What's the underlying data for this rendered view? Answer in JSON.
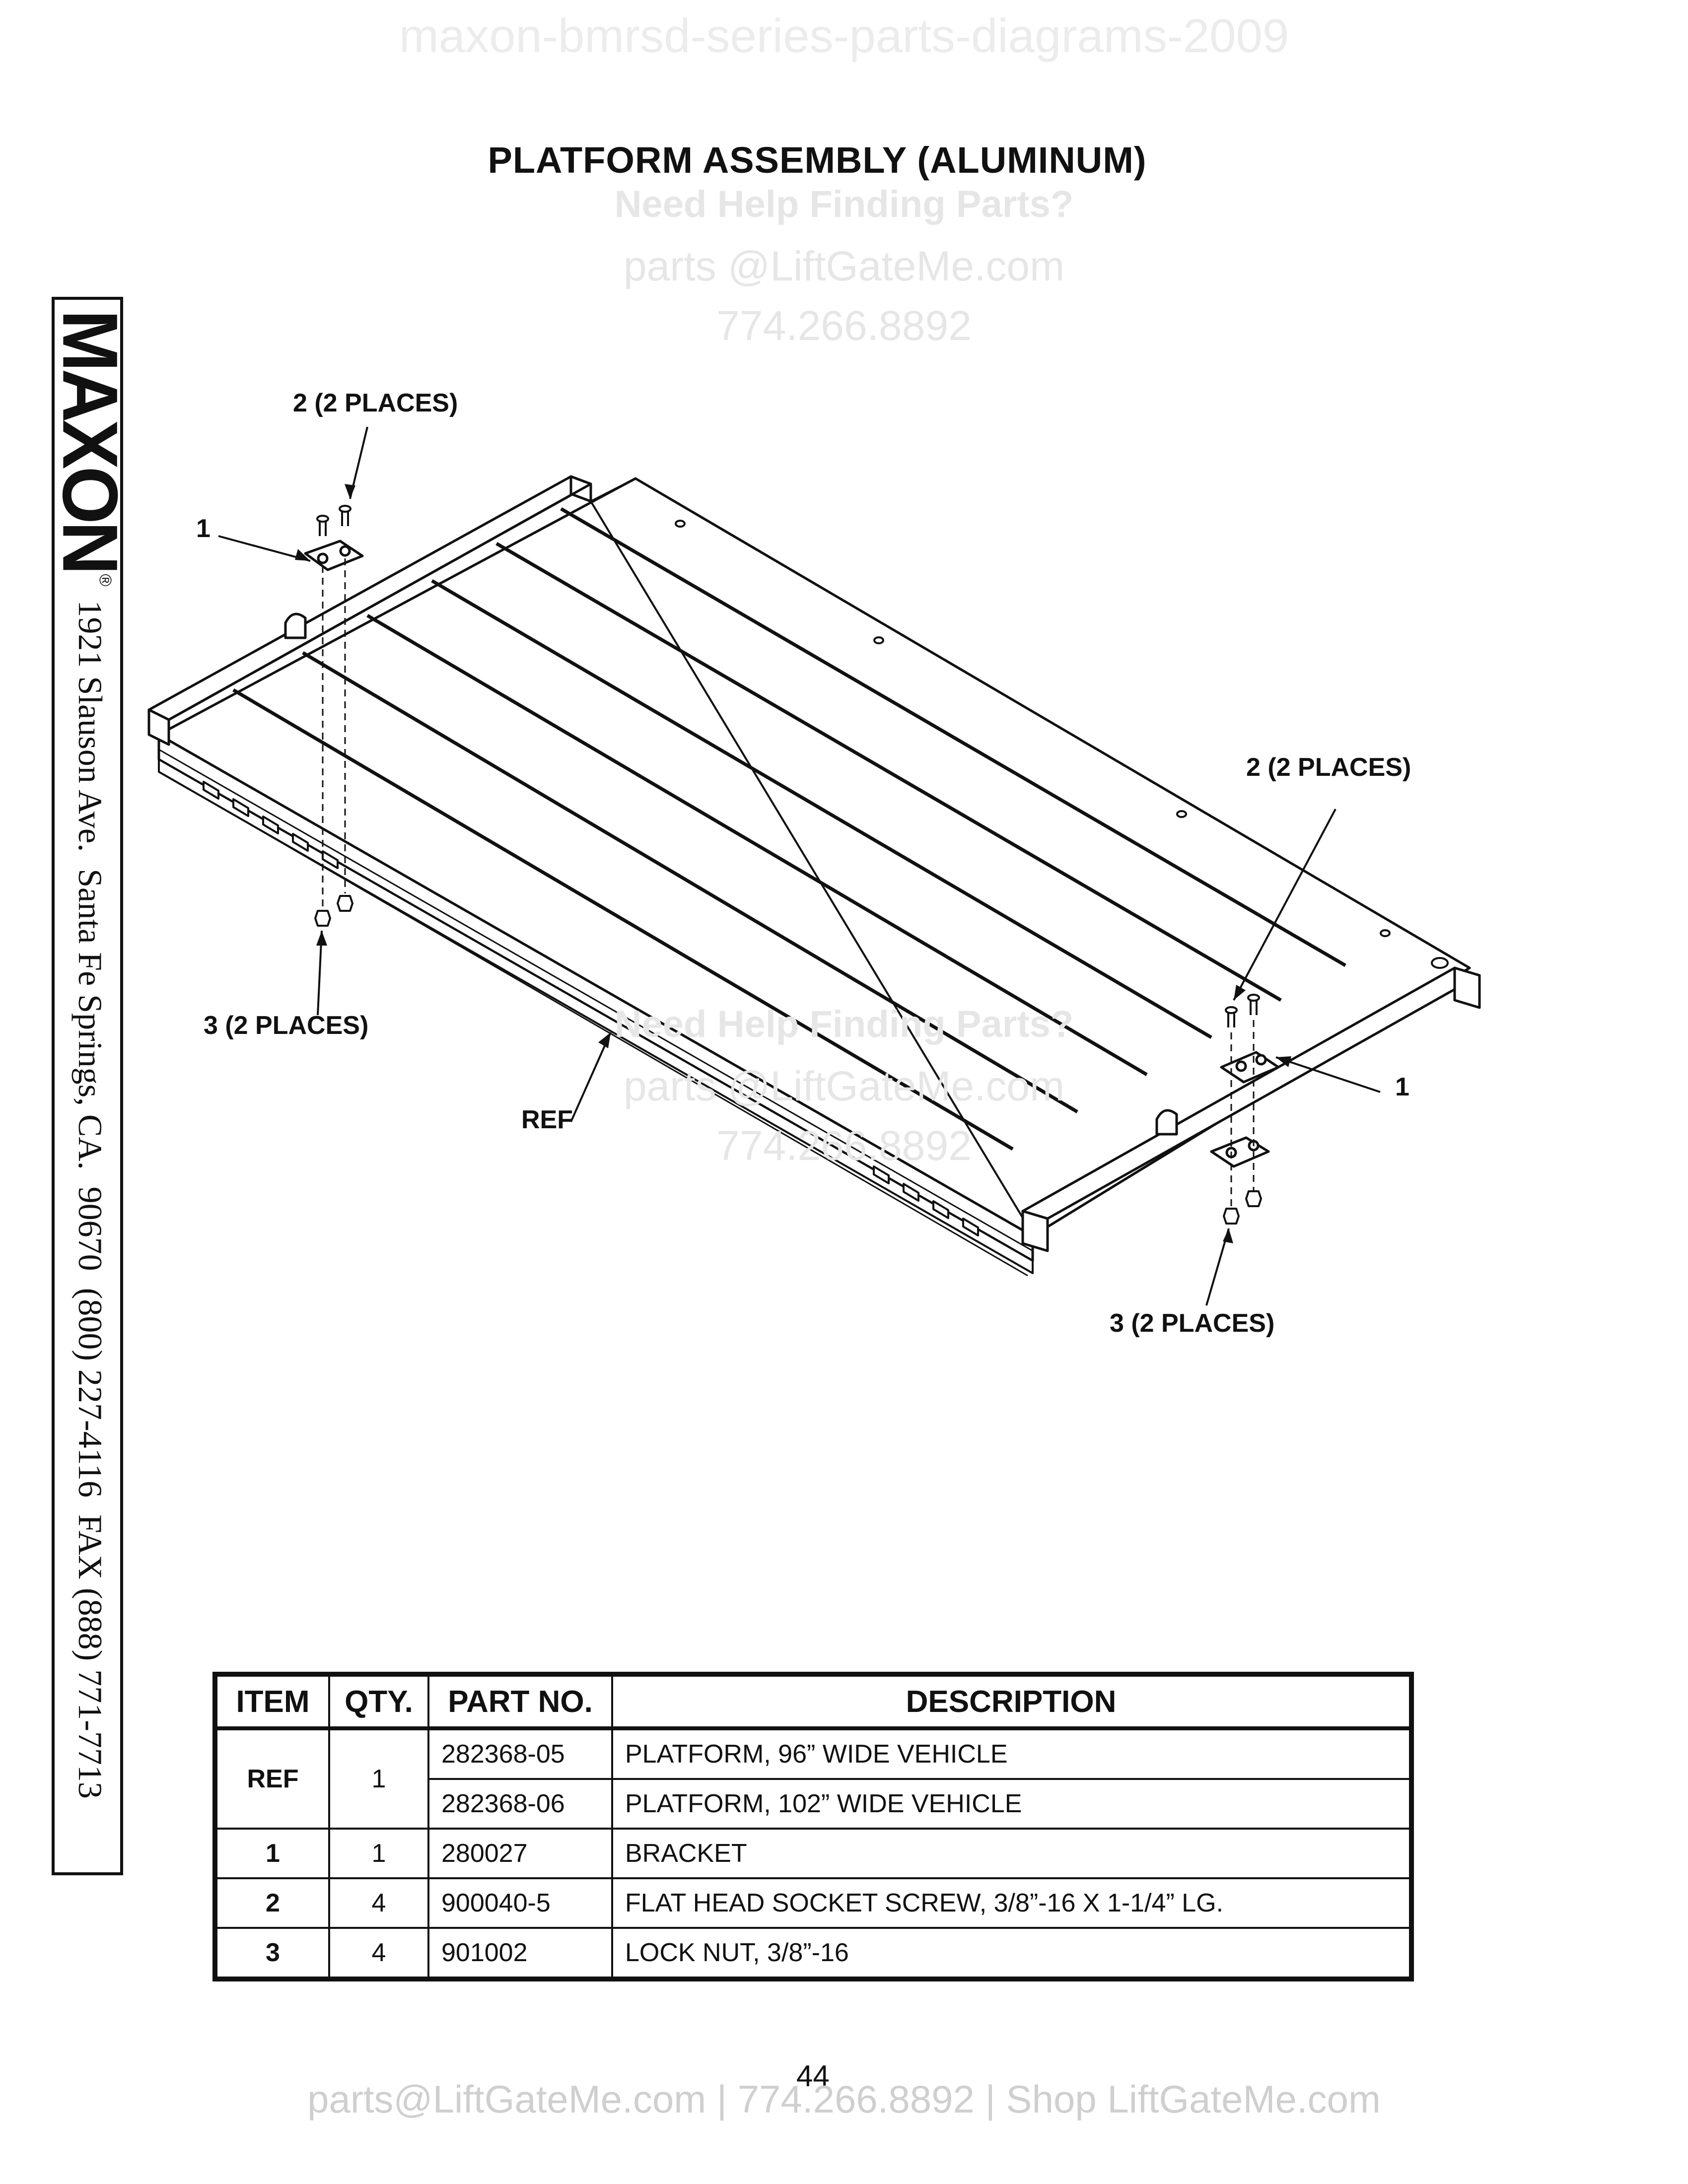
{
  "watermark": {
    "doc_title": "maxon-bmrsd-series-parts-diagrams-2009",
    "help": "Need Help Finding Parts?",
    "email": "parts @LiftGateMe.com",
    "phone": "774.266.8892"
  },
  "page_title": "PLATFORM ASSEMBLY (ALUMINUM)",
  "sidebar": {
    "logo": "MAXON",
    "reg_mark": "®",
    "address": "1921 Slauson Ave.  Santa Fe Springs, CA.  90670  (800) 227-4116  FAX (888) 771-7713"
  },
  "callouts": {
    "screw_top_left": "2 (2 PLACES)",
    "bracket_left": "1",
    "screw_right": "2 (2 PLACES)",
    "nut_left": "3 (2 PLACES)",
    "ref": "REF",
    "bracket_right": "1",
    "nut_right": "3 (2 PLACES)"
  },
  "table": {
    "headers": [
      "ITEM",
      "QTY.",
      "PART NO.",
      "DESCRIPTION"
    ],
    "rows": [
      {
        "item": "REF",
        "qty": "1",
        "part": "282368-05",
        "desc": "PLATFORM, 96” WIDE VEHICLE"
      },
      {
        "item": "",
        "qty": "",
        "part": "282368-06",
        "desc": "PLATFORM, 102” WIDE VEHICLE"
      },
      {
        "item": "1",
        "qty": "1",
        "part": "280027",
        "desc": "BRACKET"
      },
      {
        "item": "2",
        "qty": "4",
        "part": "900040-5",
        "desc": "FLAT HEAD SOCKET SCREW, 3/8”-16 X 1-1/4” LG."
      },
      {
        "item": "3",
        "qty": "4",
        "part": "901002",
        "desc": "LOCK NUT, 3/8”-16"
      }
    ]
  },
  "page_number": "44",
  "footer": "parts@LiftGateMe.com | 774.266.8892 | Shop LiftGateMe.com"
}
